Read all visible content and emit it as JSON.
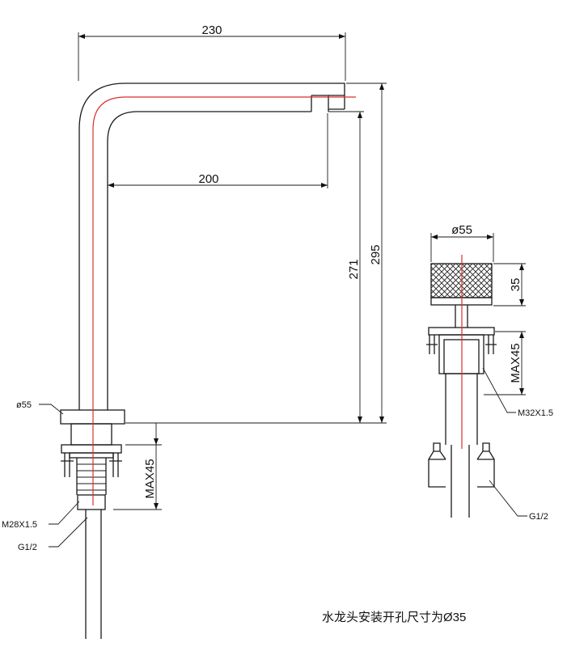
{
  "left_faucet": {
    "dim_overall_width": "230",
    "dim_spout_reach": "200",
    "dim_height_271": "271",
    "dim_height_295": "295",
    "dim_base_diameter": "ø55",
    "dim_max_thickness": "MAX45",
    "thread_label": "M28X1.5",
    "inlet_label": "G1/2"
  },
  "right_handle": {
    "dim_diameter": "ø55",
    "dim_height": "35",
    "dim_max_thickness": "MAX45",
    "thread_label": "M32X1.5",
    "inlet_label": "G1/2"
  },
  "note": "水龙头安装开孔尺寸为Ø35",
  "colors": {
    "line": "#1a1a1a",
    "centerline": "#d8322a"
  }
}
